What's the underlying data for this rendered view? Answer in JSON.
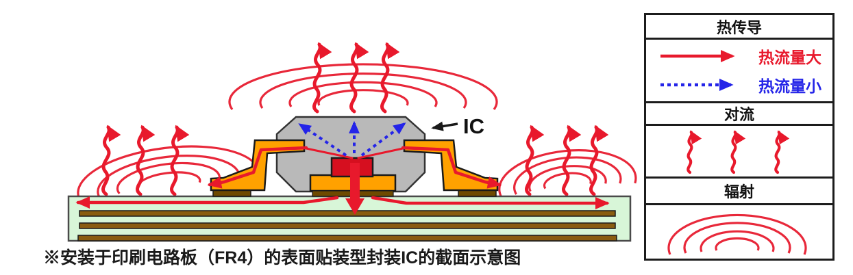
{
  "diagram": {
    "ic_label": "IC",
    "caption": "※安装于印刷电路板（FR4）的表面贴装型封装IC的截面示意图"
  },
  "legend": {
    "conduction_title": "热传导",
    "flow_large_label": "热流量大",
    "flow_small_label": "热流量小",
    "convection_title": "对流",
    "radiation_title": "辐射"
  },
  "icons": {
    "flow_large": "solid-red-arrow-icon",
    "flow_small": "dashed-blue-arrow-icon",
    "convection": "wavy-arrow-icon",
    "radiation": "radiation-arcs-icon"
  },
  "colors": {
    "heat_red": "#e8192c",
    "flow_small_blue": "#2424e8",
    "package_gray": "#b9b9b9",
    "outline_dark": "#333333",
    "lead_orange": "#ffa100",
    "die_red": "#d60f1f",
    "solder_brown": "#6e4a00",
    "pcb_green": "#d8f6d8",
    "trace_brown": "#8a5c10",
    "label_black": "#111111"
  }
}
